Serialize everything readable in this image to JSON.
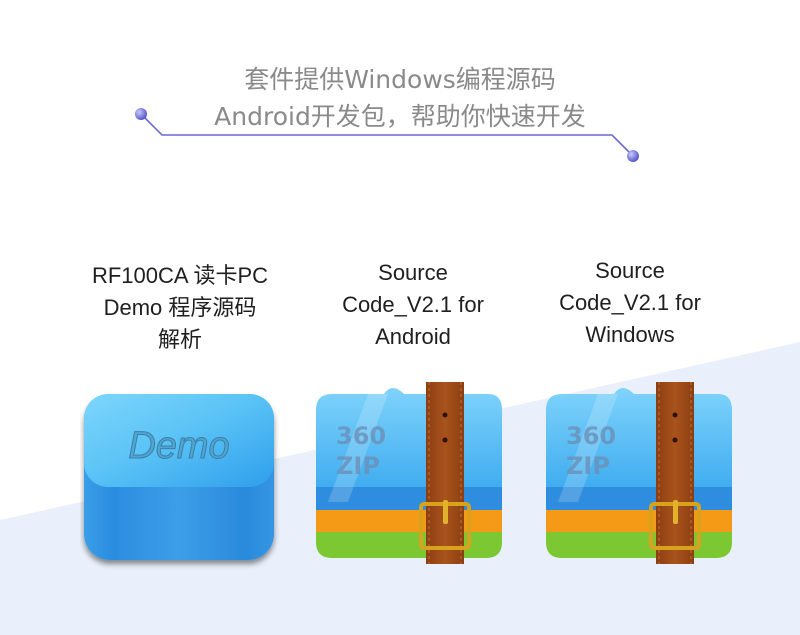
{
  "headline": {
    "line1": "套件提供Windows编程源码",
    "line2": "Android开发包，帮助你快速开发"
  },
  "colors": {
    "headline_text": "#8a8a8a",
    "accent_line": "#6a6ad6",
    "wedge": "#e9f0fc",
    "caption_text": "#1f1f1f"
  },
  "items": [
    {
      "caption_lines": [
        "RF100CA 读卡PC",
        "Demo 程序源码",
        "解析"
      ],
      "icon": "demo-key-icon",
      "icon_text": "Demo"
    },
    {
      "caption_lines": [
        "Source",
        "Code_V2.1 for",
        "Android"
      ],
      "icon": "zip-archive-icon",
      "icon_text_1": "360",
      "icon_text_2": "ZIP"
    },
    {
      "caption_lines": [
        "Source",
        "Code_V2.1 for",
        "Windows"
      ],
      "icon": "zip-archive-icon",
      "icon_text_1": "360",
      "icon_text_2": "ZIP"
    }
  ]
}
